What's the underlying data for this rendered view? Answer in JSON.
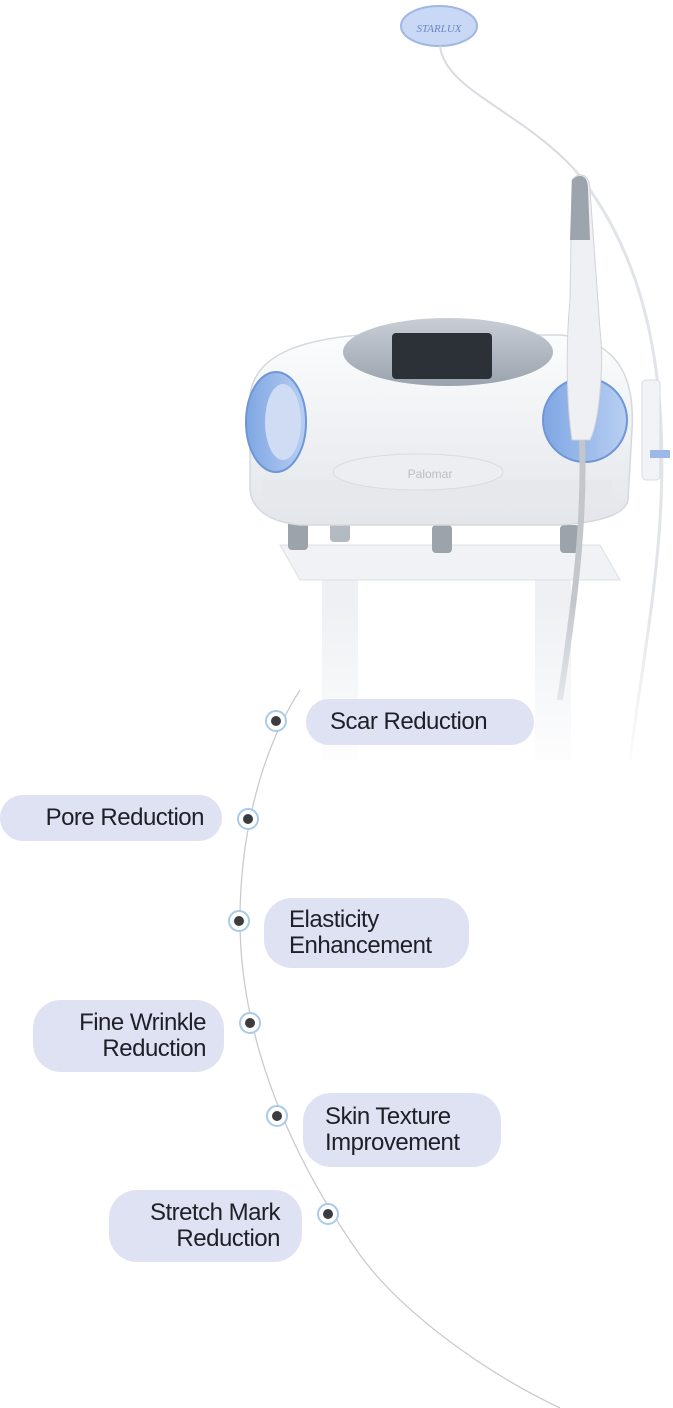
{
  "device": {
    "logo_text": "STARLUX",
    "brand_plate": "Palomar"
  },
  "benefits": [
    {
      "lines": [
        "Scar Reduction"
      ],
      "side": "right"
    },
    {
      "lines": [
        "Pore Reduction"
      ],
      "side": "left"
    },
    {
      "lines": [
        "Elasticity",
        "Enhancement"
      ],
      "side": "right"
    },
    {
      "lines": [
        "Fine Wrinkle",
        "Reduction"
      ],
      "side": "left"
    },
    {
      "lines": [
        "Skin Texture",
        "Improvement"
      ],
      "side": "right"
    },
    {
      "lines": [
        "Stretch Mark",
        "Reduction"
      ],
      "side": "left"
    }
  ],
  "colors": {
    "pill_bg": "#dfe2f2",
    "dot_ring": "#a9cbe8",
    "device_accent": "#8fb3e8"
  }
}
